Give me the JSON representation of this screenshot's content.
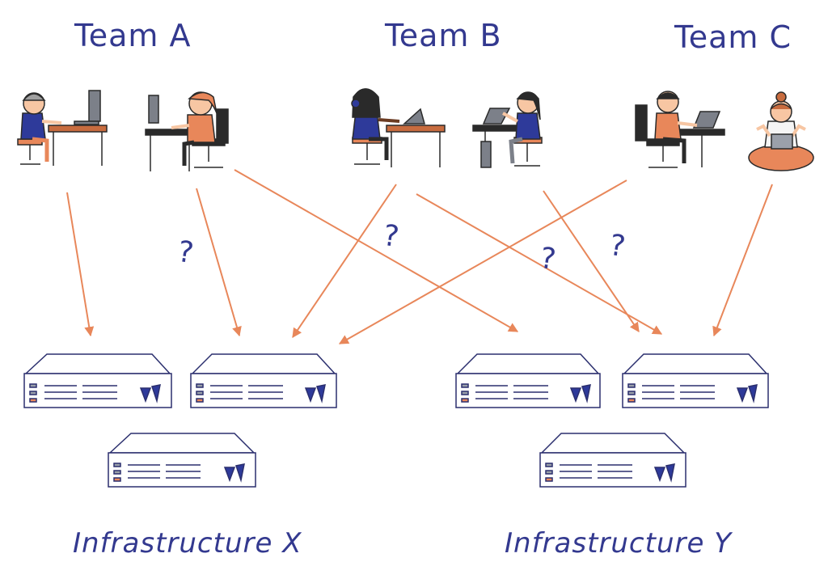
{
  "teams": [
    {
      "label": "Team A"
    },
    {
      "label": "Team B"
    },
    {
      "label": "Team C"
    }
  ],
  "infrastructures": [
    {
      "label": "Infrastructure X"
    },
    {
      "label": "Infrastructure Y"
    }
  ],
  "question_mark": "?",
  "colors": {
    "text": "#33398f",
    "arrow": "#e8875a",
    "server_outline": "#2b2f6e",
    "server_logo": "#2e3a9a",
    "server_led": "#e8875a",
    "skin": "#f7c6a3",
    "skin_dark": "#6b3b22",
    "shirt": "#2e3a9a",
    "orange": "#e8875a",
    "desk": "#c86c3f",
    "furniture": "#2a2a2a",
    "monitor": "#7c8089"
  }
}
